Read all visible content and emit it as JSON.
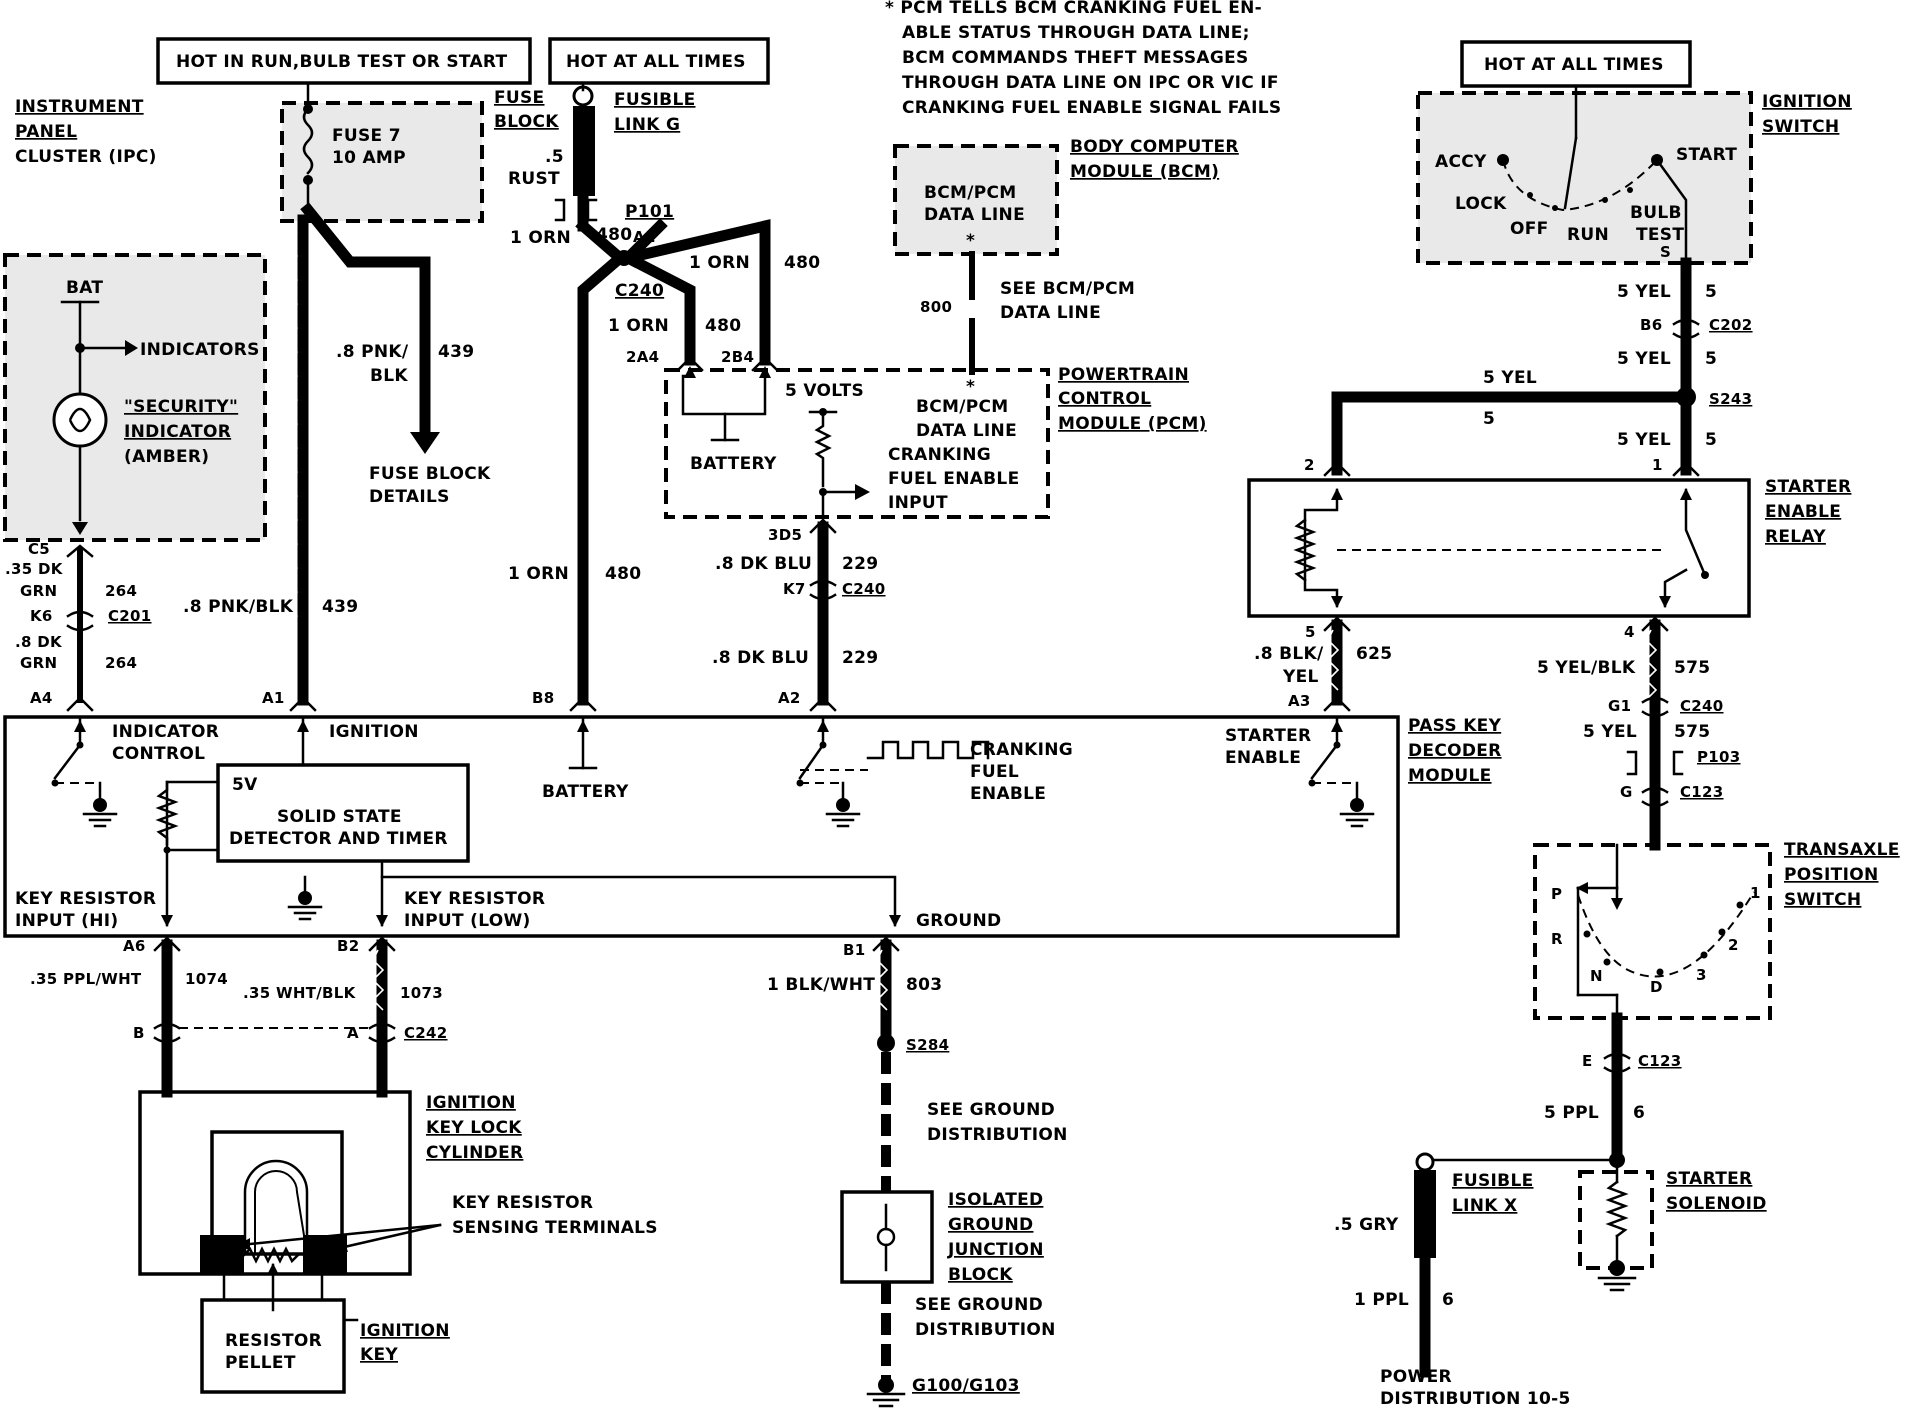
{
  "notes": {
    "pcm_note": [
      "* PCM TELLS BCM CRANKING FUEL EN-",
      "ABLE STATUS THROUGH DATA LINE;",
      "BCM COMMANDS THEFT MESSAGES",
      "THROUGH DATA LINE ON IPC OR VIC IF",
      "CRANKING FUEL ENABLE SIGNAL FAILS"
    ]
  },
  "power_boxes": {
    "hot_run": "HOT IN RUN,BULB TEST OR START",
    "hot_all_1": "HOT AT ALL TIMES",
    "hot_all_2": "HOT AT ALL TIMES"
  },
  "components": {
    "ipc": [
      "INSTRUMENT",
      "PANEL",
      "CLUSTER (IPC)"
    ],
    "fuse_block": [
      "FUSE",
      "BLOCK"
    ],
    "fuse7": [
      "FUSE 7",
      "10 AMP"
    ],
    "fusible_link_g": [
      "FUSIBLE",
      "LINK G"
    ],
    "bcm": [
      "BODY COMPUTER",
      "MODULE (BCM)"
    ],
    "bcm_data": [
      "BCM/PCM",
      "DATA LINE"
    ],
    "ignition_switch": [
      "IGNITION",
      "SWITCH"
    ],
    "switch_positions": {
      "accy": "ACCY",
      "lock": "LOCK",
      "off": "OFF",
      "run": "RUN",
      "bulb": "BULB",
      "test": "TEST",
      "start": "START",
      "s": "S"
    },
    "pcm": [
      "POWERTRAIN",
      "CONTROL",
      "MODULE (PCM)"
    ],
    "pcm_5v": "5 VOLTS",
    "pcm_battery": "BATTERY",
    "pcm_data": [
      "BCM/PCM",
      "DATA LINE"
    ],
    "pcm_crank": [
      "CRANKING",
      "FUEL ENABLE",
      "INPUT"
    ],
    "see_bcm": [
      "SEE BCM/PCM",
      "DATA LINE"
    ],
    "bat": "BAT",
    "indicators": "INDICATORS",
    "security": [
      "\"SECURITY\"",
      "INDICATOR",
      "(AMBER)"
    ],
    "fuse_details": [
      "FUSE BLOCK",
      "DETAILS"
    ],
    "starter_relay": [
      "STARTER",
      "ENABLE",
      "RELAY"
    ],
    "passkey": [
      "PASS KEY",
      "DECODER",
      "MODULE"
    ],
    "indicator_control": [
      "INDICATOR",
      "CONTROL"
    ],
    "ignition": "IGNITION",
    "battery": "BATTERY",
    "cranking": [
      "CRANKING",
      "FUEL",
      "ENABLE"
    ],
    "starter_enable": [
      "STARTER",
      "ENABLE"
    ],
    "ssdt": [
      "5V",
      "SOLID STATE",
      "DETECTOR AND TIMER"
    ],
    "key_hi": [
      "KEY RESISTOR",
      "INPUT (HI)"
    ],
    "key_low": [
      "KEY RESISTOR",
      "INPUT (LOW)"
    ],
    "ground": "GROUND",
    "lock_cylinder": [
      "IGNITION",
      "KEY LOCK",
      "CYLINDER"
    ],
    "sensing": [
      "KEY RESISTOR",
      "SENSING TERMINALS"
    ],
    "pellet": [
      "RESISTOR",
      "PELLET"
    ],
    "ign_key": [
      "IGNITION",
      "KEY"
    ],
    "see_ground_1": [
      "SEE GROUND",
      "DISTRIBUTION"
    ],
    "isolated": [
      "ISOLATED",
      "GROUND",
      "JUNCTION",
      "BLOCK"
    ],
    "see_ground_2": [
      "SEE GROUND",
      "DISTRIBUTION"
    ],
    "g100": "G100/G103",
    "transaxle": [
      "TRANSAXLE",
      "POSITION",
      "SWITCH"
    ],
    "trans_pos": {
      "p": "P",
      "r": "R",
      "n": "N",
      "d": "D",
      "one": "1",
      "two": "2",
      "three": "3"
    },
    "fusible_link_x": [
      "FUSIBLE",
      "LINK X"
    ],
    "starter_solenoid": [
      "STARTER",
      "SOLENOID"
    ],
    "power_dist": [
      "POWER",
      "DISTRIBUTION 10-5"
    ]
  },
  "wires": {
    "w_5rust": [
      ".5",
      "RUST"
    ],
    "p101": "P101",
    "w_1orn_480": [
      "1 ORN",
      "480"
    ],
    "a1": "A1",
    "c240a": "C240",
    "w_1orn_480_b": [
      "1 ORN",
      "480"
    ],
    "w_1orn_480_c": [
      "1 ORN",
      "480"
    ],
    "p2a4": "2A4",
    "p2b4": "2B4",
    "w_pnk_blk": [
      ".8 PNK/",
      "BLK",
      "439"
    ],
    "w_800": "800",
    "c5": "C5",
    "w_35dkgrn": [
      ".35 DK",
      "GRN",
      "264"
    ],
    "k6": "K6",
    "c201": "C201",
    "w_8dkgrn": [
      ".8 DK",
      "GRN",
      "264"
    ],
    "w_8pnkblk": [
      ".8 PNK/BLK",
      "439"
    ],
    "w_1orn_480_d": [
      "1 ORN",
      "480"
    ],
    "p3d5": "3D5",
    "w_8dkblu_a": [
      ".8 DK BLU",
      "229"
    ],
    "k7": "K7",
    "c240b": "C240",
    "w_8dkblu_b": [
      ".8 DK BLU",
      "229"
    ],
    "pins_pkm": {
      "a4": "A4",
      "a1": "A1",
      "b8": "B8",
      "a2": "A2",
      "a3": "A3"
    },
    "w_5yel_a": [
      "5 YEL",
      "5"
    ],
    "b6": "B6",
    "c202": "C202",
    "w_5yel_b": [
      "5 YEL",
      "5"
    ],
    "s243": "S243",
    "w_5yel_h": [
      "5 YEL",
      "5"
    ],
    "w_5yel_c": [
      "5 YEL",
      "5"
    ],
    "relay_pins": {
      "p2": "2",
      "p1": "1",
      "p5": "5",
      "p4": "4"
    },
    "w_8blkyel": [
      ".8 BLK/",
      "YEL",
      "625"
    ],
    "w_5yelblk": [
      "5 YEL/BLK",
      "575"
    ],
    "g1": "G1",
    "c240c": "C240",
    "w_5yel_d": [
      "5 YEL",
      "575"
    ],
    "p103": "P103",
    "g": "G",
    "c123a": "C123",
    "a6": "A6",
    "b2": "B2",
    "w_35ppl": [
      ".35 PPL/WHT",
      "1074"
    ],
    "w_35wht": [
      ".35 WHT/BLK",
      "1073"
    ],
    "b_pin": "B",
    "a_pin": "A",
    "c242": "C242",
    "b1": "B1",
    "w_1blk": [
      "1 BLK/WHT",
      "803"
    ],
    "s284": "S284",
    "e": "E",
    "c123b": "C123",
    "w_5ppl": [
      "5 PPL",
      "6"
    ],
    "w_5gry": ".5 GRY",
    "w_1ppl": [
      "1 PPL",
      "6"
    ]
  }
}
